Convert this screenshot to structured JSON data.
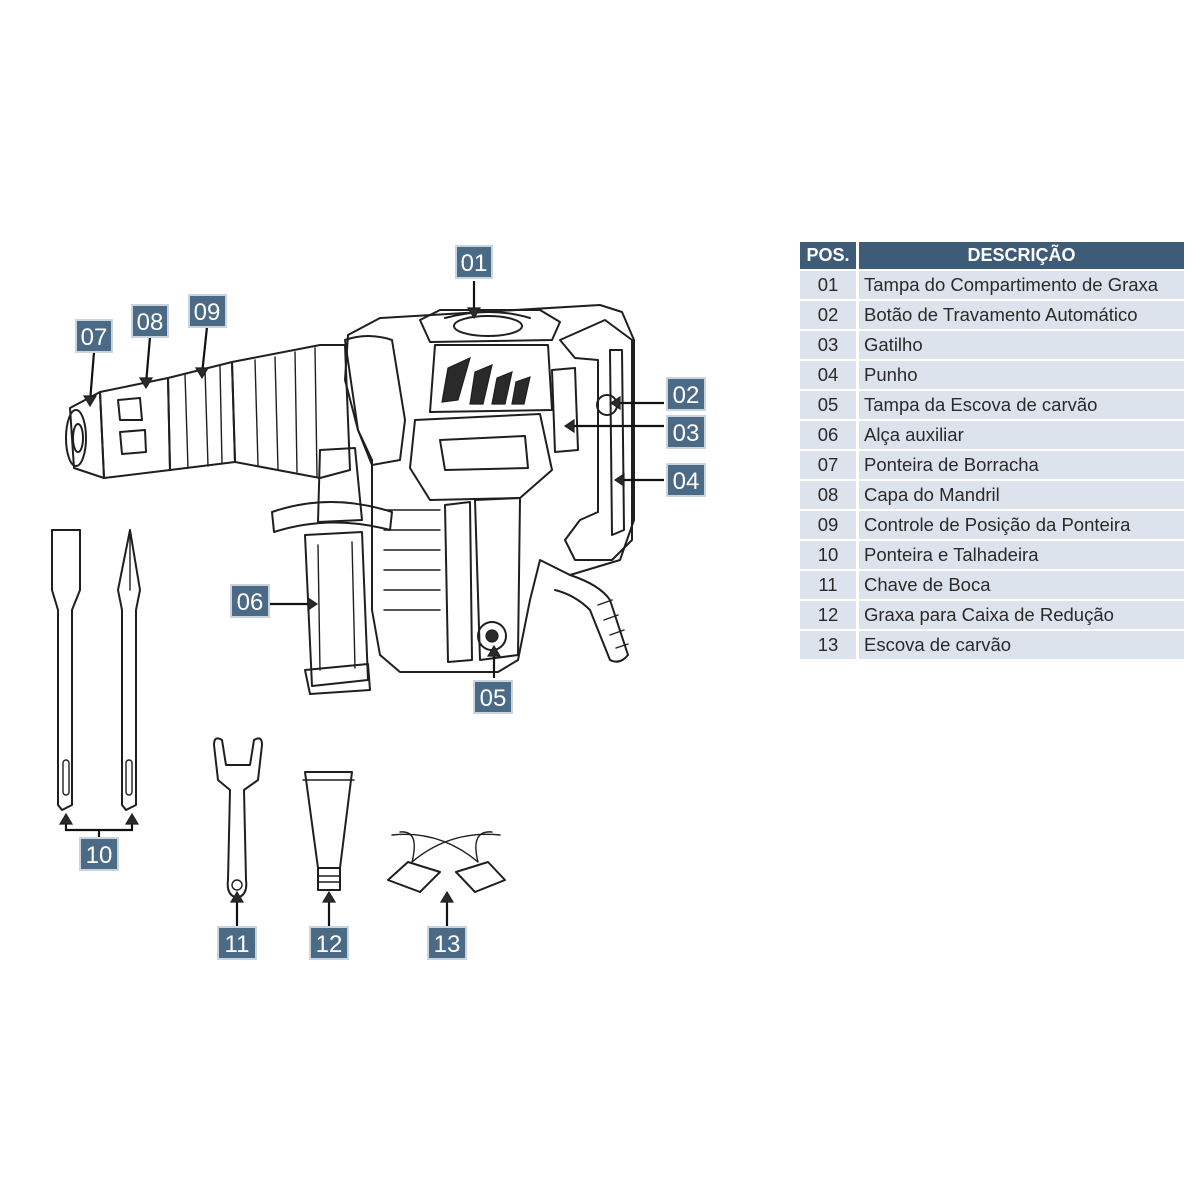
{
  "callouts": [
    {
      "id": "01",
      "label": "01"
    },
    {
      "id": "02",
      "label": "02"
    },
    {
      "id": "03",
      "label": "03"
    },
    {
      "id": "04",
      "label": "04"
    },
    {
      "id": "05",
      "label": "05"
    },
    {
      "id": "06",
      "label": "06"
    },
    {
      "id": "07",
      "label": "07"
    },
    {
      "id": "08",
      "label": "08"
    },
    {
      "id": "09",
      "label": "09"
    },
    {
      "id": "10",
      "label": "10"
    },
    {
      "id": "11",
      "label": "11"
    },
    {
      "id": "12",
      "label": "12"
    },
    {
      "id": "13",
      "label": "13"
    }
  ],
  "table": {
    "header": {
      "pos": "POS.",
      "desc": "DESCRIÇÃO"
    },
    "rows": [
      {
        "pos": "01",
        "desc": "Tampa do Compartimento de Graxa"
      },
      {
        "pos": "02",
        "desc": "Botão de Travamento Automático"
      },
      {
        "pos": "03",
        "desc": "Gatilho"
      },
      {
        "pos": "04",
        "desc": "Punho"
      },
      {
        "pos": "05",
        "desc": "Tampa da Escova de carvão"
      },
      {
        "pos": "06",
        "desc": "Alça auxiliar"
      },
      {
        "pos": "07",
        "desc": "Ponteira de Borracha"
      },
      {
        "pos": "08",
        "desc": "Capa do Mandril"
      },
      {
        "pos": "09",
        "desc": "Controle de Posição da Ponteira"
      },
      {
        "pos": "10",
        "desc": "Ponteira e Talhadeira"
      },
      {
        "pos": "11",
        "desc": "Chave de Boca"
      },
      {
        "pos": "12",
        "desc": "Graxa para Caixa de Redução"
      },
      {
        "pos": "13",
        "desc": "Escova de carvão"
      }
    ]
  },
  "colors": {
    "tag_fill": "#4a6a85",
    "header_fill": "#3e5c78",
    "row_fill": "#dde3ec"
  }
}
